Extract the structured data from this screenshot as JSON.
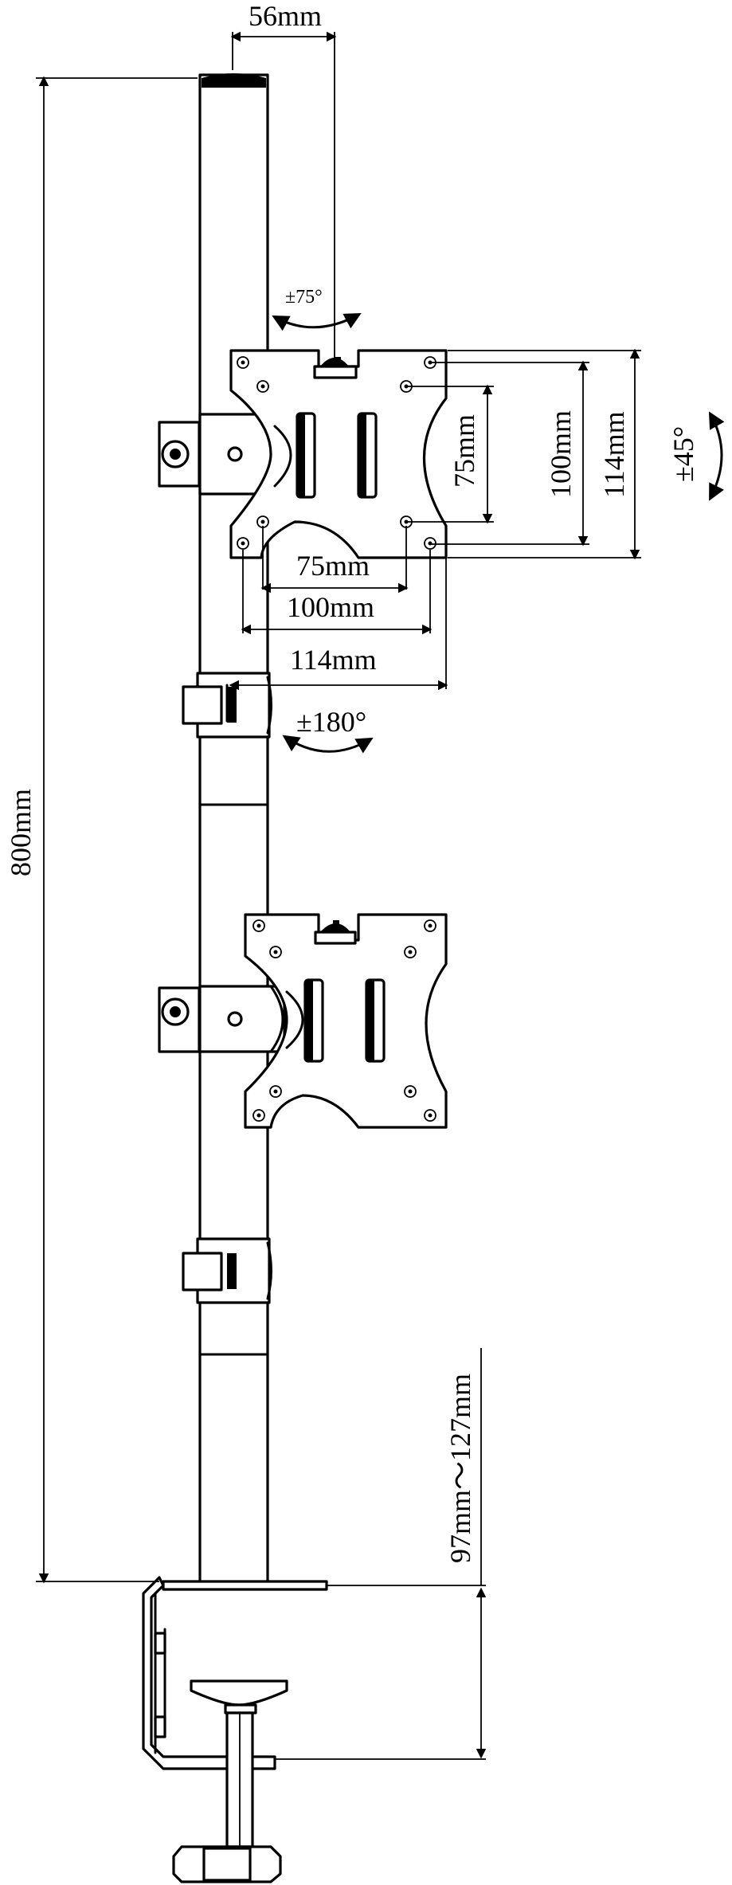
{
  "diagram": {
    "dimensions": {
      "pole_diameter": "56mm",
      "pole_height": "800mm",
      "vesa_small": "75mm",
      "vesa_medium": "100mm",
      "vesa_large": "114mm",
      "clamp_range": "97mm～127mm"
    },
    "rotation": {
      "tilt": "±75°",
      "swivel": "±180°",
      "rotate": "±45°"
    },
    "colors": {
      "line": "#000000",
      "background": "#ffffff",
      "shade": "#777777"
    }
  }
}
